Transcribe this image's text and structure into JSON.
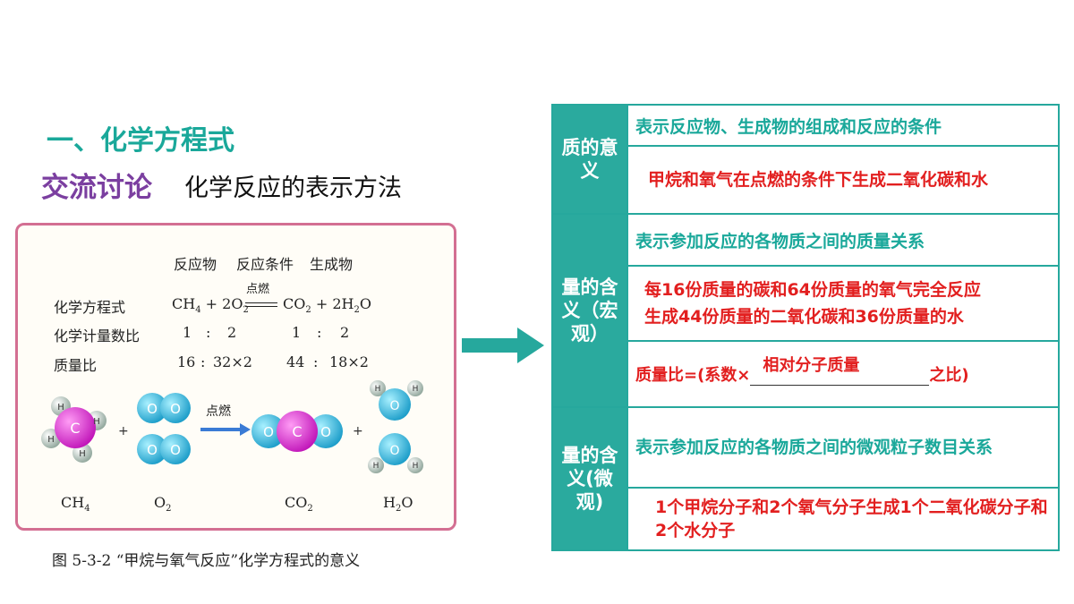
{
  "heading": "一、化学方程式",
  "discussion": {
    "label": "交流讨论",
    "topic": "化学反应的表示方法"
  },
  "figure": {
    "col_reactant": "反应物",
    "col_condition": "反应条件",
    "col_product": "生成物",
    "row_equation": "化学方程式",
    "row_ratio": "化学计量数比",
    "row_mass": "质量比",
    "eq_ch4": "CH",
    "eq_plus1": "+ 2O",
    "eq_co2": "CO",
    "eq_plus2": "+ 2H",
    "eq_o": "O",
    "sub4": "4",
    "sub2": "2",
    "condition": "点燃",
    "r1": "1",
    "colon": ":",
    "r2": "2",
    "r3": "1",
    "r4": "2",
    "m1": "16",
    "m2": "32×2",
    "m3": "44",
    "m4": "18×2",
    "mol_label_ch4": "CH",
    "mol_label_o2": "O",
    "mol_label_co2": "CO",
    "mol_label_h2o": "H",
    "mol_label_h2o_o": "O",
    "plus": "+",
    "atom_c": "C",
    "atom_h": "H",
    "atom_o": "O",
    "caption": "图 5-3-2 “甲烷与氧气反应”化学方程式的意义"
  },
  "table": {
    "row1_header": "质的意义",
    "row1_a": "表示反应物、生成物的组成和反应的条件",
    "row1_b": "甲烷和氧气在点燃的条件下生成二氧化碳和水",
    "row2_header": "量的含义（宏观）",
    "row2_a": "表示参加反应的各物质之间的质量关系",
    "row2_b1": "每16份质量的碳和64份质量的氧气完全反应",
    "row2_b2": "生成44份质量的二氧化碳和36份质量的水",
    "row2_c_pre": "质量比=(系数×",
    "row2_c_fill": "相对分子质量",
    "row2_c_post": "之比)",
    "row3_header": "量的含义(微观)",
    "row3_a": "表示参加反应的各物质之间的微观粒子数目关系",
    "row3_b": "1个甲烷分子和2个氧气分子生成1个二氧化碳分子和2个水分子"
  },
  "colors": {
    "teal": "#2aaa9e",
    "red": "#e21f1f",
    "purple": "#7b3fa0",
    "pink": "#d36f92"
  },
  "icons": [
    "arrow-right-icon"
  ]
}
